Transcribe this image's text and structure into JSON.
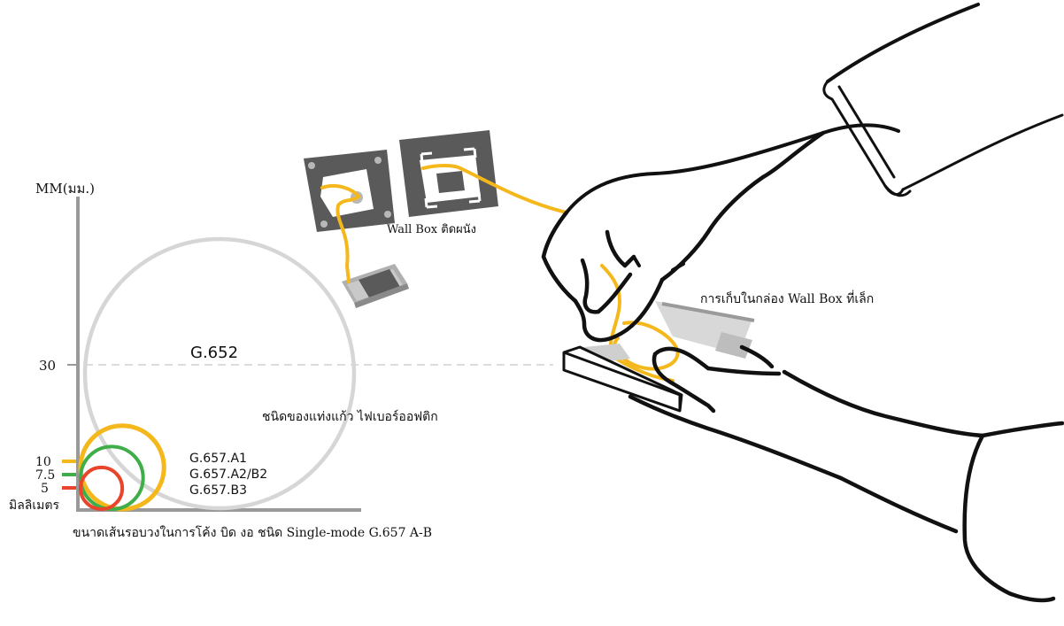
{
  "chart": {
    "y_unit_label": "MM(มม.)",
    "tick_30": "30",
    "tick_10": "10",
    "tick_7_5": "7.5",
    "tick_5": "5",
    "tick_unit_label": "มิลลิเมตร",
    "x_caption": "ขนาดเส้นรอบวงในการโค้ง บิด งอ ชนิด Single-mode G.657 A-B",
    "big_circle_label": "G.652",
    "big_circle_caption": "ชนิดของแท่งแก้ว ไฟเบอร์ออฟติก",
    "fiber_types": [
      {
        "label": "G.657.A1",
        "radius_mm": 10,
        "color": "#f5b81c"
      },
      {
        "label": "G.657.A2/B2",
        "radius_mm": 7.5,
        "color": "#3fae49"
      },
      {
        "label": "G.657.B3",
        "radius_mm": 5,
        "color": "#e8452c"
      }
    ],
    "g652_radius_mm": 30,
    "g652_color": "#d6d6d6"
  },
  "wallbox_caption": "Wall Box ติดผนัง",
  "small_box_caption": "การเก็บในกล่อง Wall Box ที่เล็ก",
  "colors": {
    "fiber": "#f5b81c",
    "plate": "#5a5a5a",
    "axis": "#999999",
    "ink": "#111111"
  }
}
